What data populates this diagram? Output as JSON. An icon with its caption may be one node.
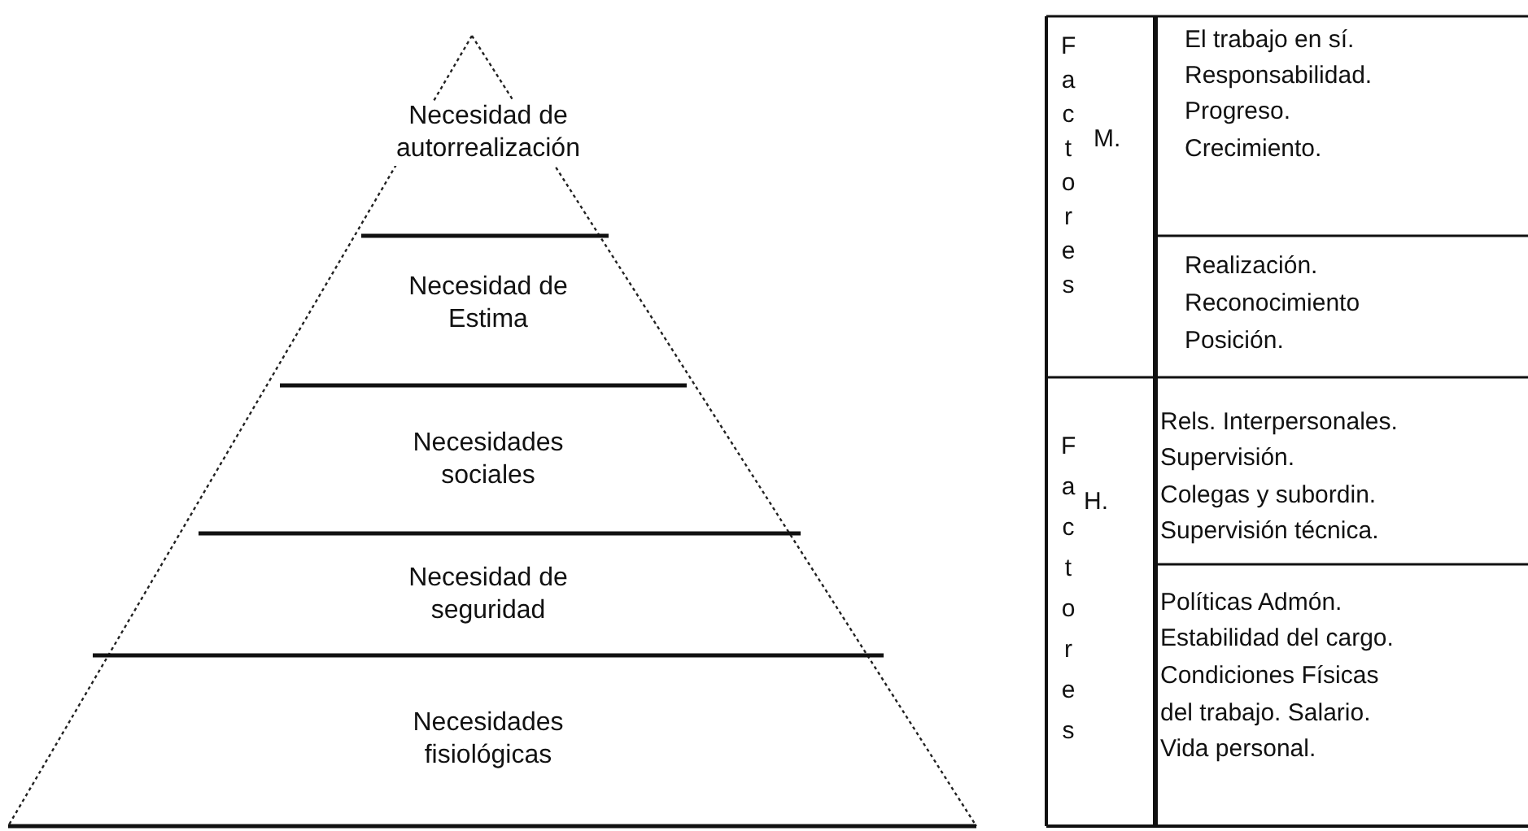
{
  "diagram": {
    "nodes": [
      {
        "text": [
          "Necesidad de autorrealización"
        ]
      },
      {
        "text": [
          "Necesidad de Estima"
        ]
      },
      {
        "text": [
          "Necesidades sociales"
        ]
      },
      {
        "text": [
          "Necesidad de seguridad"
        ]
      },
      {
        "text": [
          "Necesidades fisiológicas"
        ]
      }
    ],
    "labels": [
      "Factores",
      "M.",
      "El trabajo en sí.",
      "Responsabilidad.",
      "Progreso.",
      "Crecimiento.",
      "Realización.",
      "Reconocimiento",
      "Posición.",
      "Factores",
      "H.",
      "Rels. Interpersonales.",
      "Supervisión.",
      "Colegas y subordin.",
      "Supervisión técnica.",
      "Políticas Admón.",
      "Estabilidad del cargo.",
      "Condiciones Físicas",
      "del trabajo. Salario.",
      "Vida personal."
    ]
  }
}
